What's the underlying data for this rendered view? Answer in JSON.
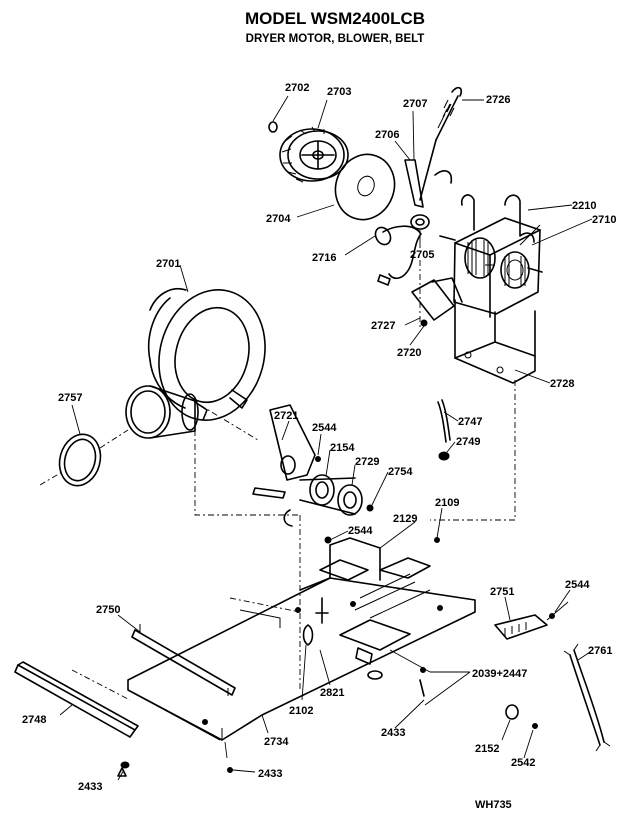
{
  "header": {
    "title": "MODEL WSM2400LCB",
    "subtitle": "DRYER MOTOR, BLOWER, BELT"
  },
  "footer": {
    "code": "WH735"
  },
  "parts": {
    "p2702": "2702",
    "p2703": "2703",
    "p2707": "2707",
    "p2726": "2726",
    "p2706": "2706",
    "p2704": "2704",
    "p2705": "2705",
    "p2716": "2716",
    "p2210": "2210",
    "p2710": "2710",
    "p2701": "2701",
    "p2727": "2727",
    "p2720": "2720",
    "p2728": "2728",
    "p2757": "2757",
    "p2721": "2721",
    "p2544a": "2544",
    "p2154": "2154",
    "p2729": "2729",
    "p2754": "2754",
    "p2747": "2747",
    "p2749": "2749",
    "p2109": "2109",
    "p2544b": "2544",
    "p2129": "2129",
    "p2751": "2751",
    "p2544c": "2544",
    "p2750": "2750",
    "p2761": "2761",
    "p2039": "2039+2447",
    "p2821": "2821",
    "p2748": "2748",
    "p2102": "2102",
    "p2433a": "2433",
    "p2734": "2734",
    "p2152": "2152",
    "p2542": "2542",
    "p2433b": "2433",
    "p2433c": "2433"
  }
}
